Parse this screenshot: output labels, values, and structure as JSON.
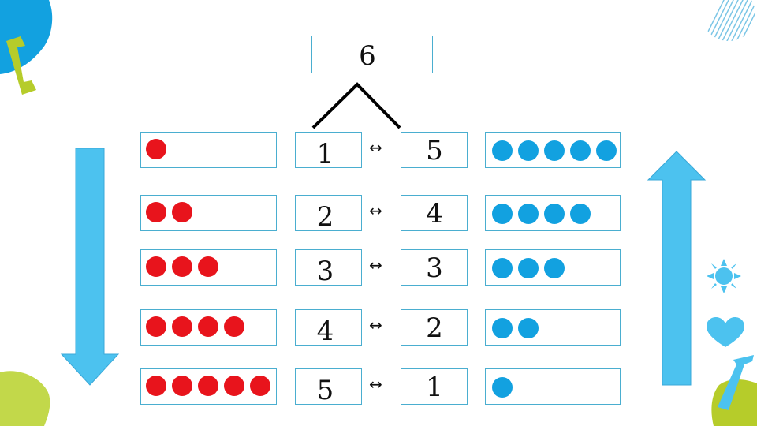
{
  "total": "6",
  "colors": {
    "red": "#e8141c",
    "blue": "#12a1e0",
    "arrow": "#4cc2ef",
    "box_border": "#4aaed0"
  },
  "rows": [
    {
      "left": "1",
      "right": "5",
      "red": 1,
      "blue": 5
    },
    {
      "left": "2",
      "right": "4",
      "red": 2,
      "blue": 4
    },
    {
      "left": "3",
      "right": "3",
      "red": 3,
      "blue": 3
    },
    {
      "left": "4",
      "right": "2",
      "red": 4,
      "blue": 2
    },
    {
      "left": "5",
      "right": "1",
      "red": 5,
      "blue": 1
    }
  ],
  "swap_symbol": "↔",
  "decor_icons": [
    "sun-icon",
    "heart-icon",
    "bracket-icon"
  ]
}
